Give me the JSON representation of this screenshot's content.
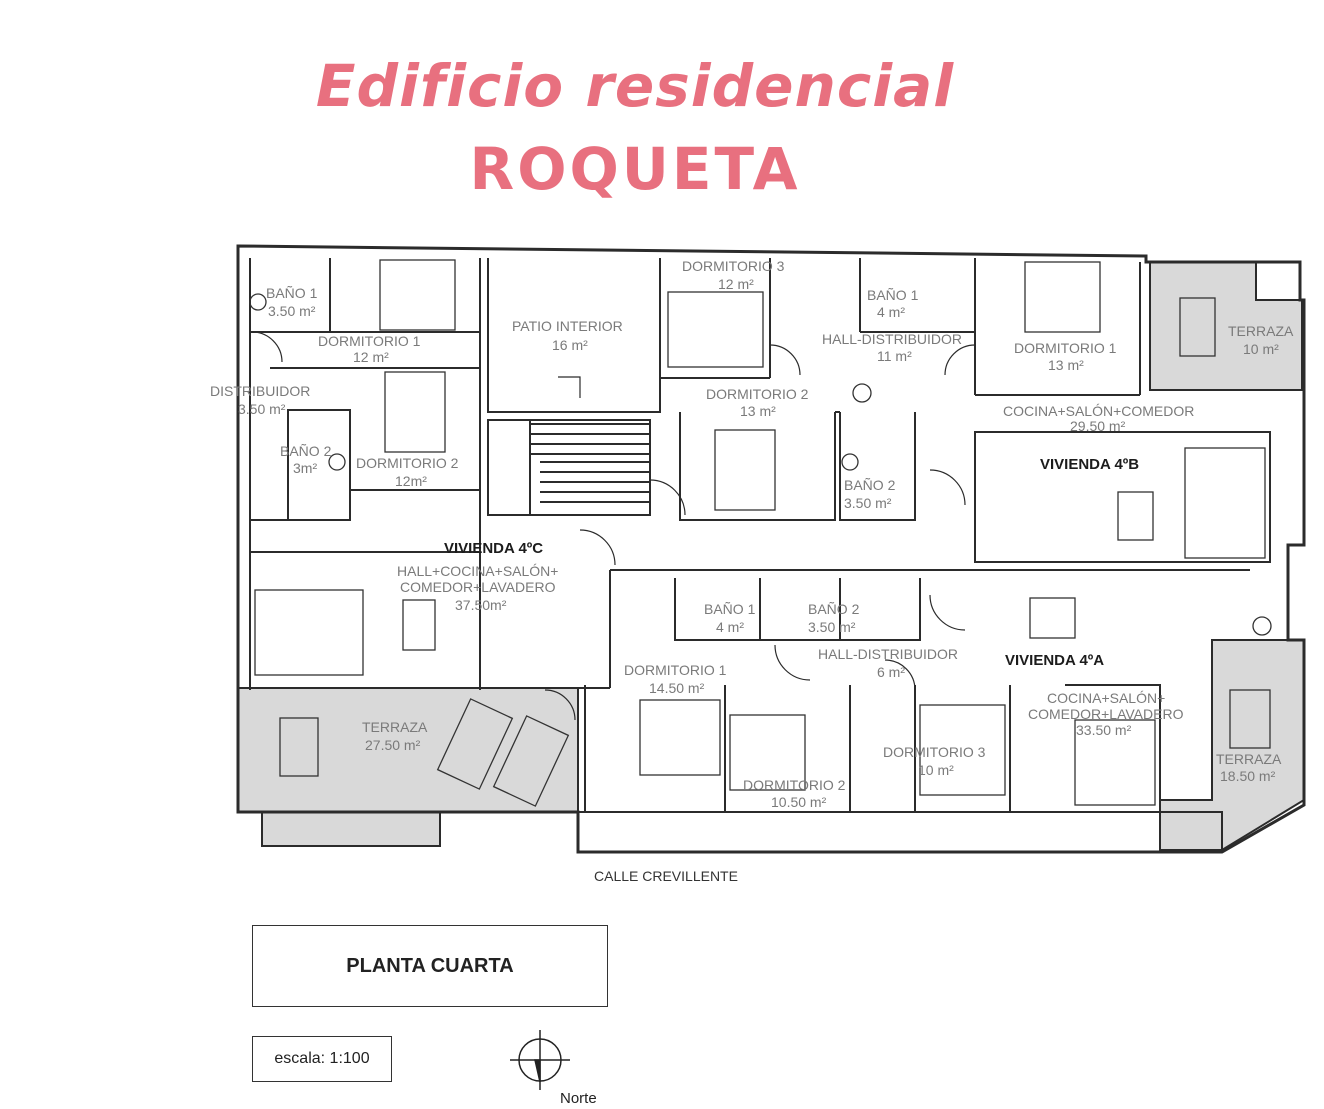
{
  "title": {
    "line1": "Edificio residencial",
    "line2": "ROQUETA"
  },
  "plan": {
    "name": "PLANTA CUARTA",
    "scale": "escala: 1:100",
    "street": "CALLE CREVILLENTE",
    "north": "Norte"
  },
  "units": {
    "c": "VIVIENDA 4ºC",
    "b": "VIVIENDA 4ºB",
    "a": "VIVIENDA 4ºA"
  },
  "rooms": {
    "c_bano1": {
      "name": "BAÑO 1",
      "area": "3.50 m²"
    },
    "c_dorm1": {
      "name": "DORMITORIO 1",
      "area": "12 m²"
    },
    "c_distribuidor": {
      "name": "DISTRIBUIDOR",
      "area": "3.50 m²"
    },
    "c_bano2": {
      "name": "BAÑO 2",
      "area": "3m²"
    },
    "c_dorm2": {
      "name": "DORMITORIO 2",
      "area": "12m²"
    },
    "c_living": {
      "name1": "HALL+COCINA+SALÓN+",
      "name2": "COMEDOR+LAVADERO",
      "area": "37.50m²"
    },
    "c_terraza": {
      "name": "TERRAZA",
      "area": "27.50 m²"
    },
    "patio": {
      "name": "PATIO INTERIOR",
      "area": "16 m²"
    },
    "b_dorm3": {
      "name": "DORMITORIO 3",
      "area": "12 m²"
    },
    "b_dorm2": {
      "name": "DORMITORIO 2",
      "area": "13 m²"
    },
    "b_bano1": {
      "name": "BAÑO 1",
      "area": "4 m²"
    },
    "b_hall": {
      "name": "HALL-DISTRIBUIDOR",
      "area": "11 m²"
    },
    "b_dorm1": {
      "name": "DORMITORIO 1",
      "area": "13 m²"
    },
    "b_terraza": {
      "name": "TERRAZA",
      "area": "10 m²"
    },
    "b_living": {
      "name": "COCINA+SALÓN+COMEDOR",
      "area": "29.50 m²"
    },
    "b_bano2": {
      "name": "BAÑO 2",
      "area": "3.50 m²"
    },
    "a_bano1": {
      "name": "BAÑO 1",
      "area": "4 m²"
    },
    "a_bano2": {
      "name": "BAÑO 2",
      "area": "3.50 m²"
    },
    "a_hall": {
      "name": "HALL-DISTRIBUIDOR",
      "area": "6 m²"
    },
    "a_dorm1": {
      "name": "DORMITORIO 1",
      "area": "14.50 m²"
    },
    "a_dorm2": {
      "name": "DORMITORIO 2",
      "area": "10.50 m²"
    },
    "a_dorm3": {
      "name": "DORMITORIO 3",
      "area": "10 m²"
    },
    "a_living": {
      "name1": "COCINA+SALÓN+",
      "name2": "COMEDOR+LAVADERO",
      "area": "33.50 m²"
    },
    "a_terraza": {
      "name": "TERRAZA",
      "area": "18.50 m²"
    }
  },
  "colors": {
    "title": "#e8707f",
    "wall": "#2b2b2b",
    "terrace": "#d9d9d9",
    "label": "#7a7a7a"
  }
}
